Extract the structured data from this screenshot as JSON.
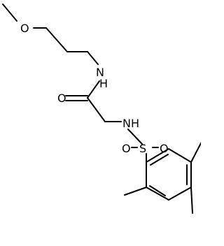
{
  "structure": {
    "atoms": {
      "methoxy_oxygen": "O",
      "amide_nitrogen": "N",
      "amide_hydrogen": "H",
      "carbonyl_oxygen": "O",
      "sulfonamide_nitrogen": "NH",
      "sulfur": "S",
      "sulfonyl_oxygen_left": "O",
      "sulfonyl_oxygen_right": "O"
    },
    "colors": {
      "bond": "#000000",
      "label": "#000000",
      "background": "#ffffff"
    }
  }
}
